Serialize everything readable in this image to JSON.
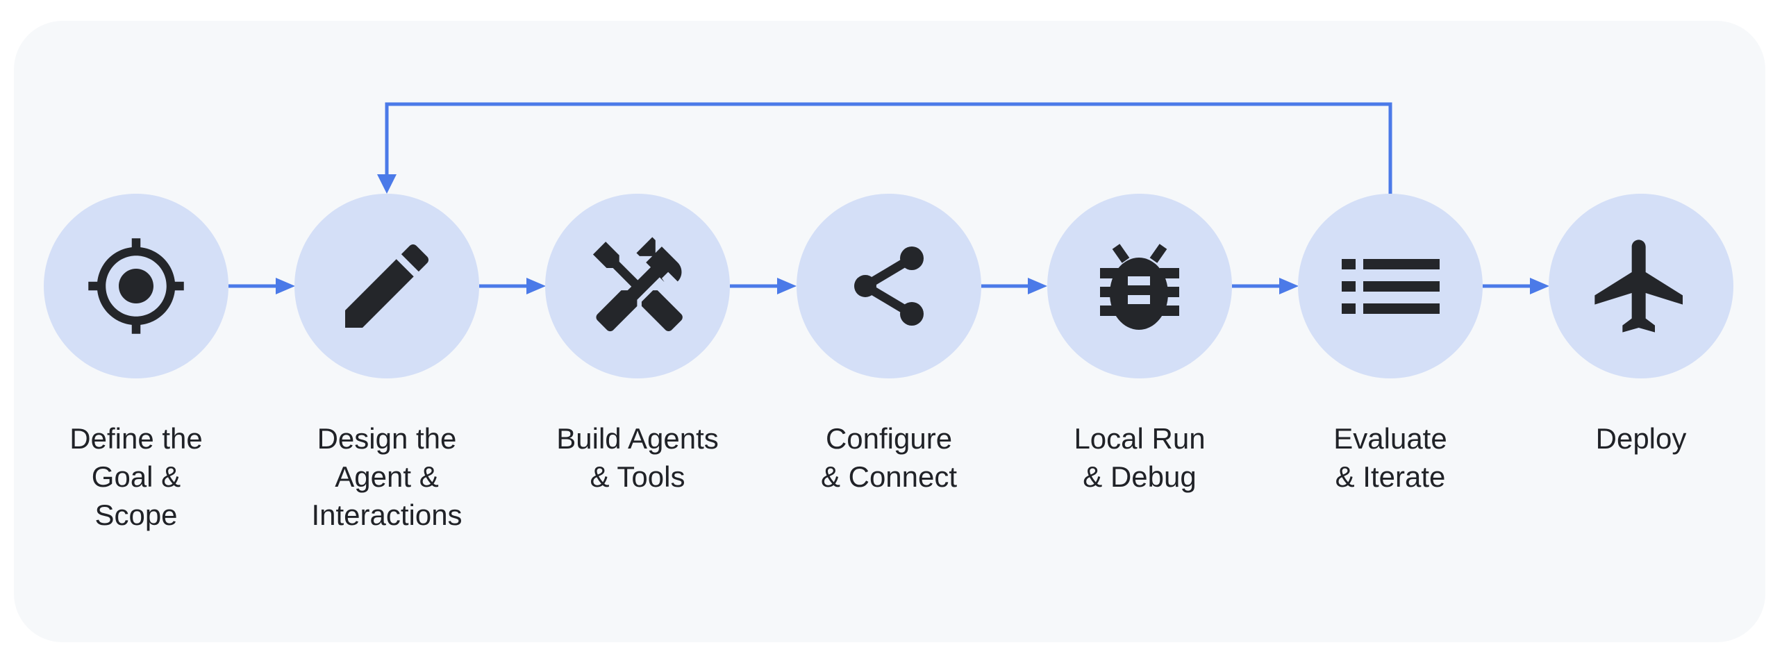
{
  "diagram": {
    "type": "workflow-flowchart",
    "steps": [
      {
        "id": "define-goal-scope",
        "label": "Define the\nGoal &\nScope",
        "icon": "target-icon"
      },
      {
        "id": "design-agent-interactions",
        "label": "Design the\nAgent &\nInteractions",
        "icon": "pencil-icon"
      },
      {
        "id": "build-agents-tools",
        "label": "Build Agents\n& Tools",
        "icon": "hammer-wrench-icon"
      },
      {
        "id": "configure-connect",
        "label": "Configure\n& Connect",
        "icon": "share-icon"
      },
      {
        "id": "local-run-debug",
        "label": "Local Run\n& Debug",
        "icon": "bug-icon"
      },
      {
        "id": "evaluate-iterate",
        "label": "Evaluate\n& Iterate",
        "icon": "list-icon"
      },
      {
        "id": "deploy",
        "label": "Deploy",
        "icon": "airplane-icon"
      }
    ],
    "connections": [
      {
        "from": "Define the Goal & Scope",
        "to": "Design the Agent & Interactions",
        "type": "forward"
      },
      {
        "from": "Design the Agent & Interactions",
        "to": "Build Agents & Tools",
        "type": "forward"
      },
      {
        "from": "Build Agents & Tools",
        "to": "Configure & Connect",
        "type": "forward"
      },
      {
        "from": "Configure & Connect",
        "to": "Local Run & Debug",
        "type": "forward"
      },
      {
        "from": "Local Run & Debug",
        "to": "Evaluate & Iterate",
        "type": "forward"
      },
      {
        "from": "Evaluate & Iterate",
        "to": "Deploy",
        "type": "forward"
      },
      {
        "from": "Evaluate & Iterate",
        "to": "Design the Agent & Interactions",
        "type": "feedback-loop"
      }
    ],
    "colors": {
      "page_background": "#ffffff",
      "panel_background": "#f6f8fa",
      "circle_fill": "#d4dff7",
      "arrow": "#4b7ae8",
      "icon": "#24262a",
      "text": "#202227"
    }
  }
}
